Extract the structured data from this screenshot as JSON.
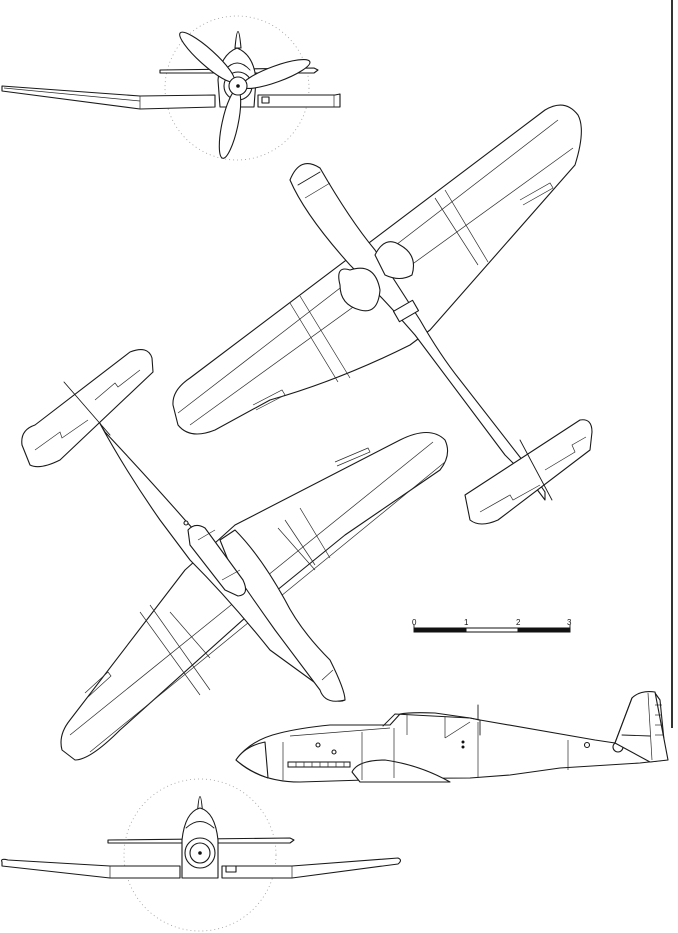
{
  "drawing": {
    "type": "aircraft three-view line drawing",
    "views": [
      {
        "name": "front-view-with-propeller",
        "position": "top-left"
      },
      {
        "name": "plan-view-upper-surface",
        "position": "upper-center-right, rotated diagonal"
      },
      {
        "name": "plan-view-lower-surface",
        "position": "center-left, rotated diagonal"
      },
      {
        "name": "side-view",
        "position": "lower-right"
      },
      {
        "name": "front-view-without-propeller",
        "position": "bottom-left"
      }
    ],
    "line_color": "#1a1a1a",
    "background": "#ffffff",
    "propeller_arc_style": "dotted"
  },
  "scale_bar": {
    "labels": [
      "0",
      "1",
      "2",
      "3"
    ],
    "segments": [
      {
        "from": "0",
        "to": "1",
        "fill": "#111111"
      },
      {
        "from": "1",
        "to": "2",
        "fill": "#ffffff"
      },
      {
        "from": "2",
        "to": "3",
        "fill": "#111111"
      }
    ]
  }
}
